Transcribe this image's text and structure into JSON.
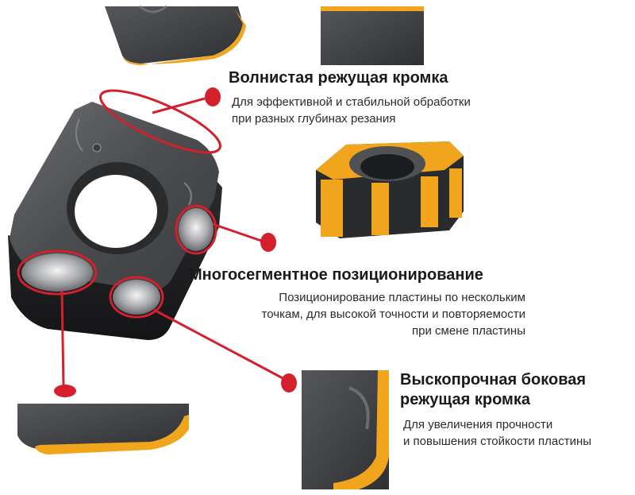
{
  "features": [
    {
      "title": "Волнистая режущая кромка",
      "description_lines": [
        "Для эффективной и стабильной обработки",
        "при разных глубинах резания"
      ]
    },
    {
      "title": "Многосегментное позиционирование",
      "description_lines": [
        "Позиционирование пластины по нескольким",
        "точкам, для высокой точности и повторяемости",
        "при смене пластины"
      ]
    },
    {
      "title_lines": [
        "Выскопрочная боковая",
        "режущая кромка"
      ],
      "description_lines": [
        "Для увеличения прочности",
        "и повышения стойкости пластины"
      ]
    }
  ],
  "colors": {
    "callout": "#d4202d",
    "coating": "#f0a51c",
    "carbide": "#3a3c3f",
    "carbide_dark": "#1e1f21"
  }
}
